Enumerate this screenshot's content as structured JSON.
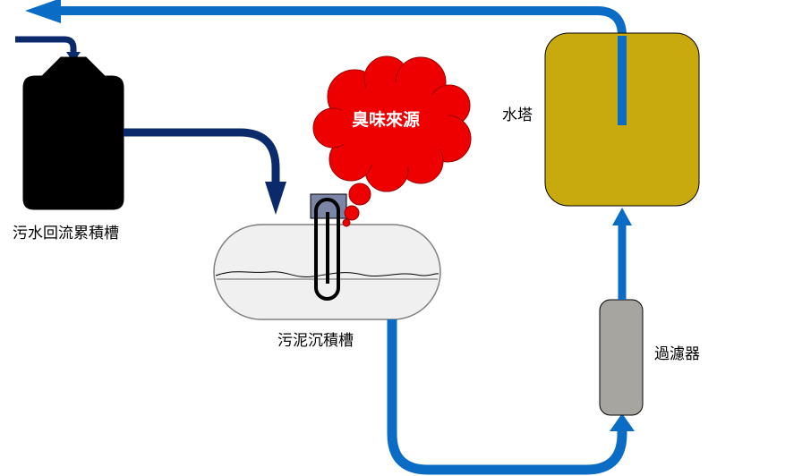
{
  "labels": {
    "sewage_return_tank": "污水回流累積槽",
    "sludge_tank": "污泥沉積槽",
    "odor_source": "臭味來源",
    "water_tower": "水塔",
    "filter": "過濾器"
  },
  "colors": {
    "dark_pipe": "#0a2a6b",
    "blue_pipe": "#0a6cc4",
    "return_tank": "#000000",
    "water_tower": "#c8aa0e",
    "filter": "#a7a5a0",
    "sludge_tank": "#f0f0f0",
    "odor_cloud": "#ee0000",
    "sensor": "#7b86a6"
  }
}
